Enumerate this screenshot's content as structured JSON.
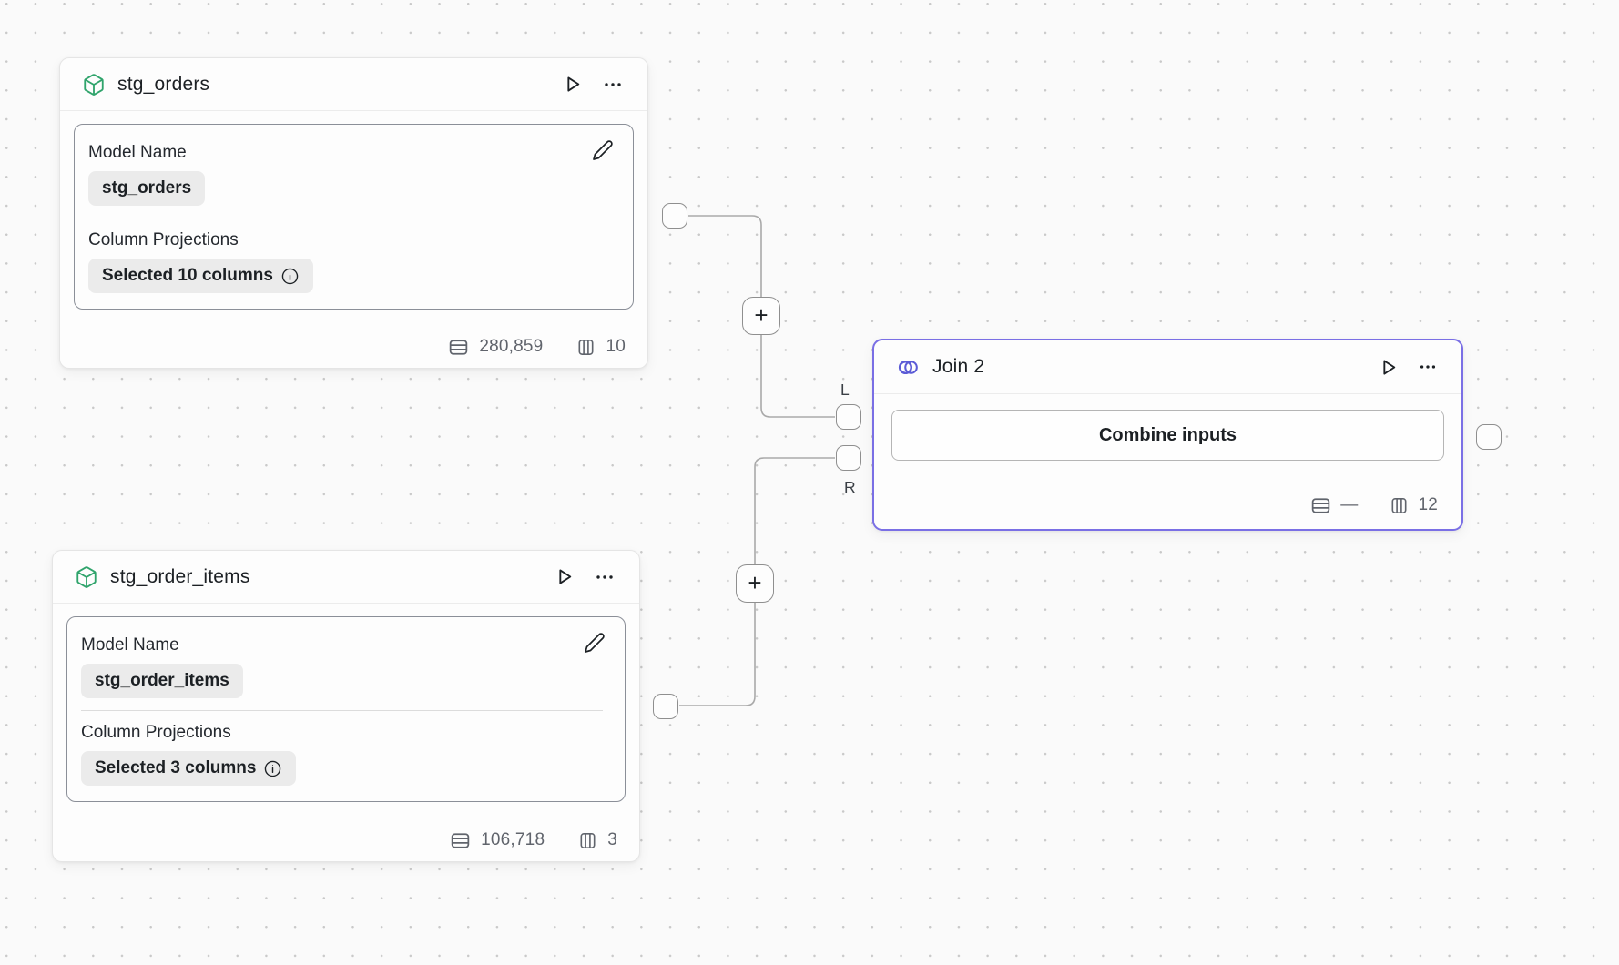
{
  "canvas": {
    "kind": "pipeline-node-editor"
  },
  "colors": {
    "canvas_bg": "#fafafa",
    "grid_dot": "#c9c9c9",
    "node_bg": "#fdfdfd",
    "node_border": "#e5e5e5",
    "selected_border": "#7a6fe5",
    "inner_card_border": "#8b8f98",
    "pill_bg": "#ebebeb",
    "text_primary": "#1c2024",
    "text_secondary": "#60646c",
    "edge_line": "#a9a9a9",
    "port_border": "#8f8f8f",
    "model_icon_green": "#30a46c",
    "join_icon_indigo": "#5b5bd6"
  },
  "nodes": {
    "stg_orders": {
      "title": "stg_orders",
      "model_name_label": "Model Name",
      "model_name_value": "stg_orders",
      "column_projections_label": "Column Projections",
      "column_projections_value": "Selected 10 columns",
      "row_count": "280,859",
      "column_count": "10"
    },
    "stg_order_items": {
      "title": "stg_order_items",
      "model_name_label": "Model Name",
      "model_name_value": "stg_order_items",
      "column_projections_label": "Column Projections",
      "column_projections_value": "Selected 3 columns",
      "row_count": "106,718",
      "column_count": "3"
    },
    "join": {
      "title": "Join 2",
      "combine_button_label": "Combine inputs",
      "row_count": "—",
      "column_count": "12"
    }
  },
  "ports": {
    "left_label": "L",
    "right_label": "R"
  },
  "edge_buttons": {
    "add_label": "+"
  }
}
